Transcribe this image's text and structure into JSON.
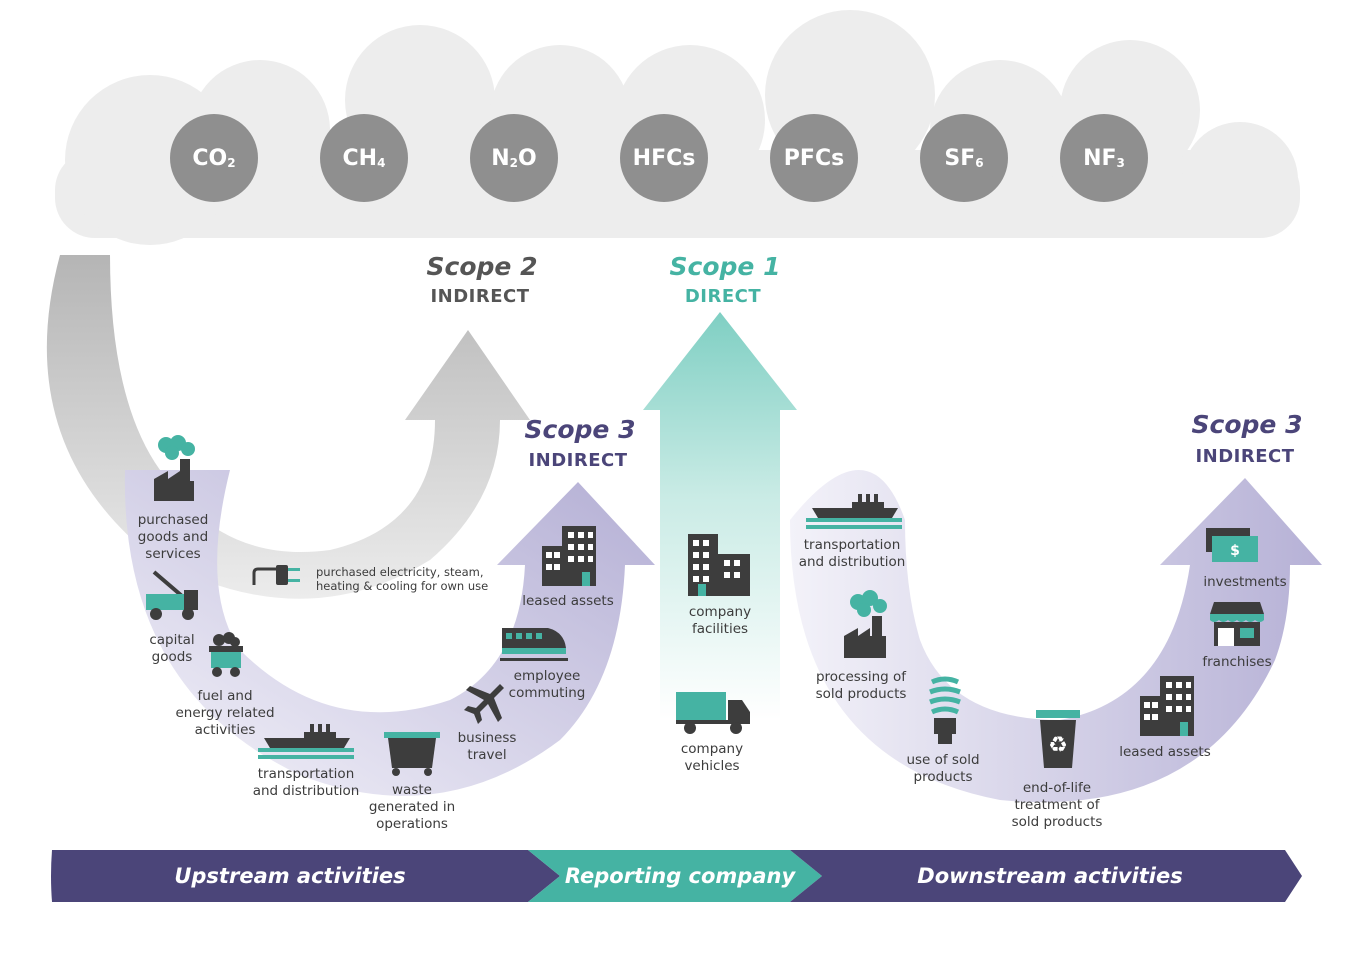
{
  "gases": [
    {
      "base": "CO",
      "sub": "2"
    },
    {
      "base": "CH",
      "sub": "4"
    },
    {
      "base": "N",
      "sub": "2",
      "tail": "O"
    },
    {
      "base": "HFCs",
      "sub": ""
    },
    {
      "base": "PFCs",
      "sub": ""
    },
    {
      "base": "SF",
      "sub": "6"
    },
    {
      "base": "NF",
      "sub": "3"
    }
  ],
  "scopes": {
    "scope2": {
      "title": "Scope 2",
      "subtitle": "INDIRECT"
    },
    "scope1": {
      "title": "Scope 1",
      "subtitle": "DIRECT"
    },
    "scope3_up": {
      "title": "Scope 3",
      "subtitle": "INDIRECT"
    },
    "scope3_down": {
      "title": "Scope 3",
      "subtitle": "INDIRECT"
    }
  },
  "upstream": {
    "purchased_goods": "purchased\ngoods and\nservices",
    "capital_goods": "capital\ngoods",
    "fuel_energy": "fuel and\nenergy related\nactivities",
    "transport": "transportation\nand distribution",
    "waste": "waste\ngenerated in\noperations",
    "business_travel": "business\ntravel",
    "commuting": "employee\ncommuting",
    "leased_assets": "leased assets",
    "electricity": "purchased electricity, steam,\nheating & cooling for own use"
  },
  "company": {
    "facilities": "company\nfacilities",
    "vehicles": "company\nvehicles"
  },
  "downstream": {
    "transport": "transportation\nand distribution",
    "processing": "processing of\nsold products",
    "use": "use of sold\nproducts",
    "end_of_life": "end-of-life\ntreatment of\nsold products",
    "leased_assets": "leased assets",
    "franchises": "franchises",
    "investments": "investments"
  },
  "band": {
    "upstream": "Upstream activities",
    "reporting": "Reporting company",
    "downstream": "Downstream activities"
  },
  "colors": {
    "gray": "#8f8f8f",
    "teal": "#45b3a3",
    "purple": "#4b4579",
    "lavender": "#b6b1d6",
    "cloud": "#ededed",
    "icon_dark": "#3d3d3d"
  }
}
